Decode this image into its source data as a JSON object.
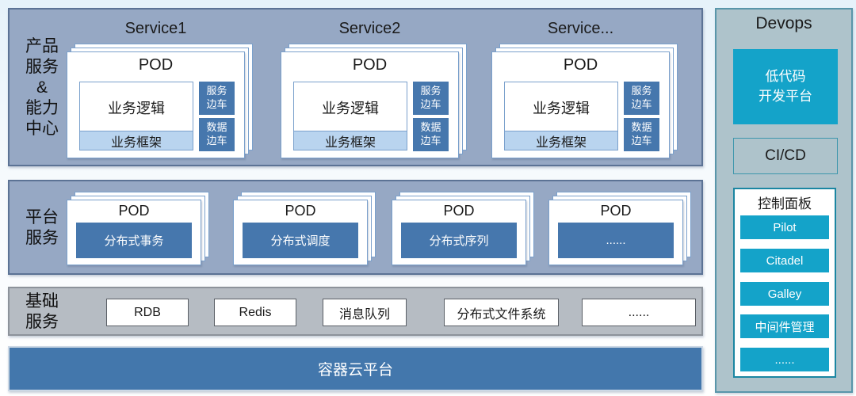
{
  "top_band": {
    "label": "产品\n服务\n&\n能力\n中心",
    "services": [
      {
        "title": "Service1",
        "pod_label": "POD",
        "logic": "业务逻辑",
        "framework": "业务框架",
        "sidecar_service": "服务\n边车",
        "sidecar_data": "数据\n边车"
      },
      {
        "title": "Service2",
        "pod_label": "POD",
        "logic": "业务逻辑",
        "framework": "业务框架",
        "sidecar_service": "服务\n边车",
        "sidecar_data": "数据\n边车"
      },
      {
        "title": "Service...",
        "pod_label": "POD",
        "logic": "业务逻辑",
        "framework": "业务框架",
        "sidecar_service": "服务\n边车",
        "sidecar_data": "数据\n边车"
      }
    ]
  },
  "platform_band": {
    "label": "平台\n服务",
    "pods": [
      {
        "pod_label": "POD",
        "service": "分布式事务"
      },
      {
        "pod_label": "POD",
        "service": "分布式调度"
      },
      {
        "pod_label": "POD",
        "service": "分布式序列"
      },
      {
        "pod_label": "POD",
        "service": "......"
      }
    ]
  },
  "infra_band": {
    "label": "基础\n服务",
    "items": [
      "RDB",
      "Redis",
      "消息队列",
      "分布式文件系统",
      "......"
    ]
  },
  "container_bar": {
    "label": "容器云平台"
  },
  "devops": {
    "title": "Devops",
    "low_code_platform": "低代码\n开发平台",
    "cicd": "CI/CD",
    "control_panel": {
      "title": "控制面板",
      "buttons": [
        "Pilot",
        "Citadel",
        "Galley",
        "中间件管理",
        "......"
      ]
    }
  },
  "colors": {
    "band_background": "#96a8c4",
    "band_border": "#5c7395",
    "pod_card_border": "#7aa0cc",
    "steel_blue_box": "#4677ad",
    "framework_fill": "#b9d4ef",
    "infra_band_background": "#b6bcc3",
    "container_bar_blue": "#4377ac",
    "devops_background": "#aec3cb",
    "teal_accent": "#14a3c9",
    "control_panel_border": "#1b86a2"
  }
}
